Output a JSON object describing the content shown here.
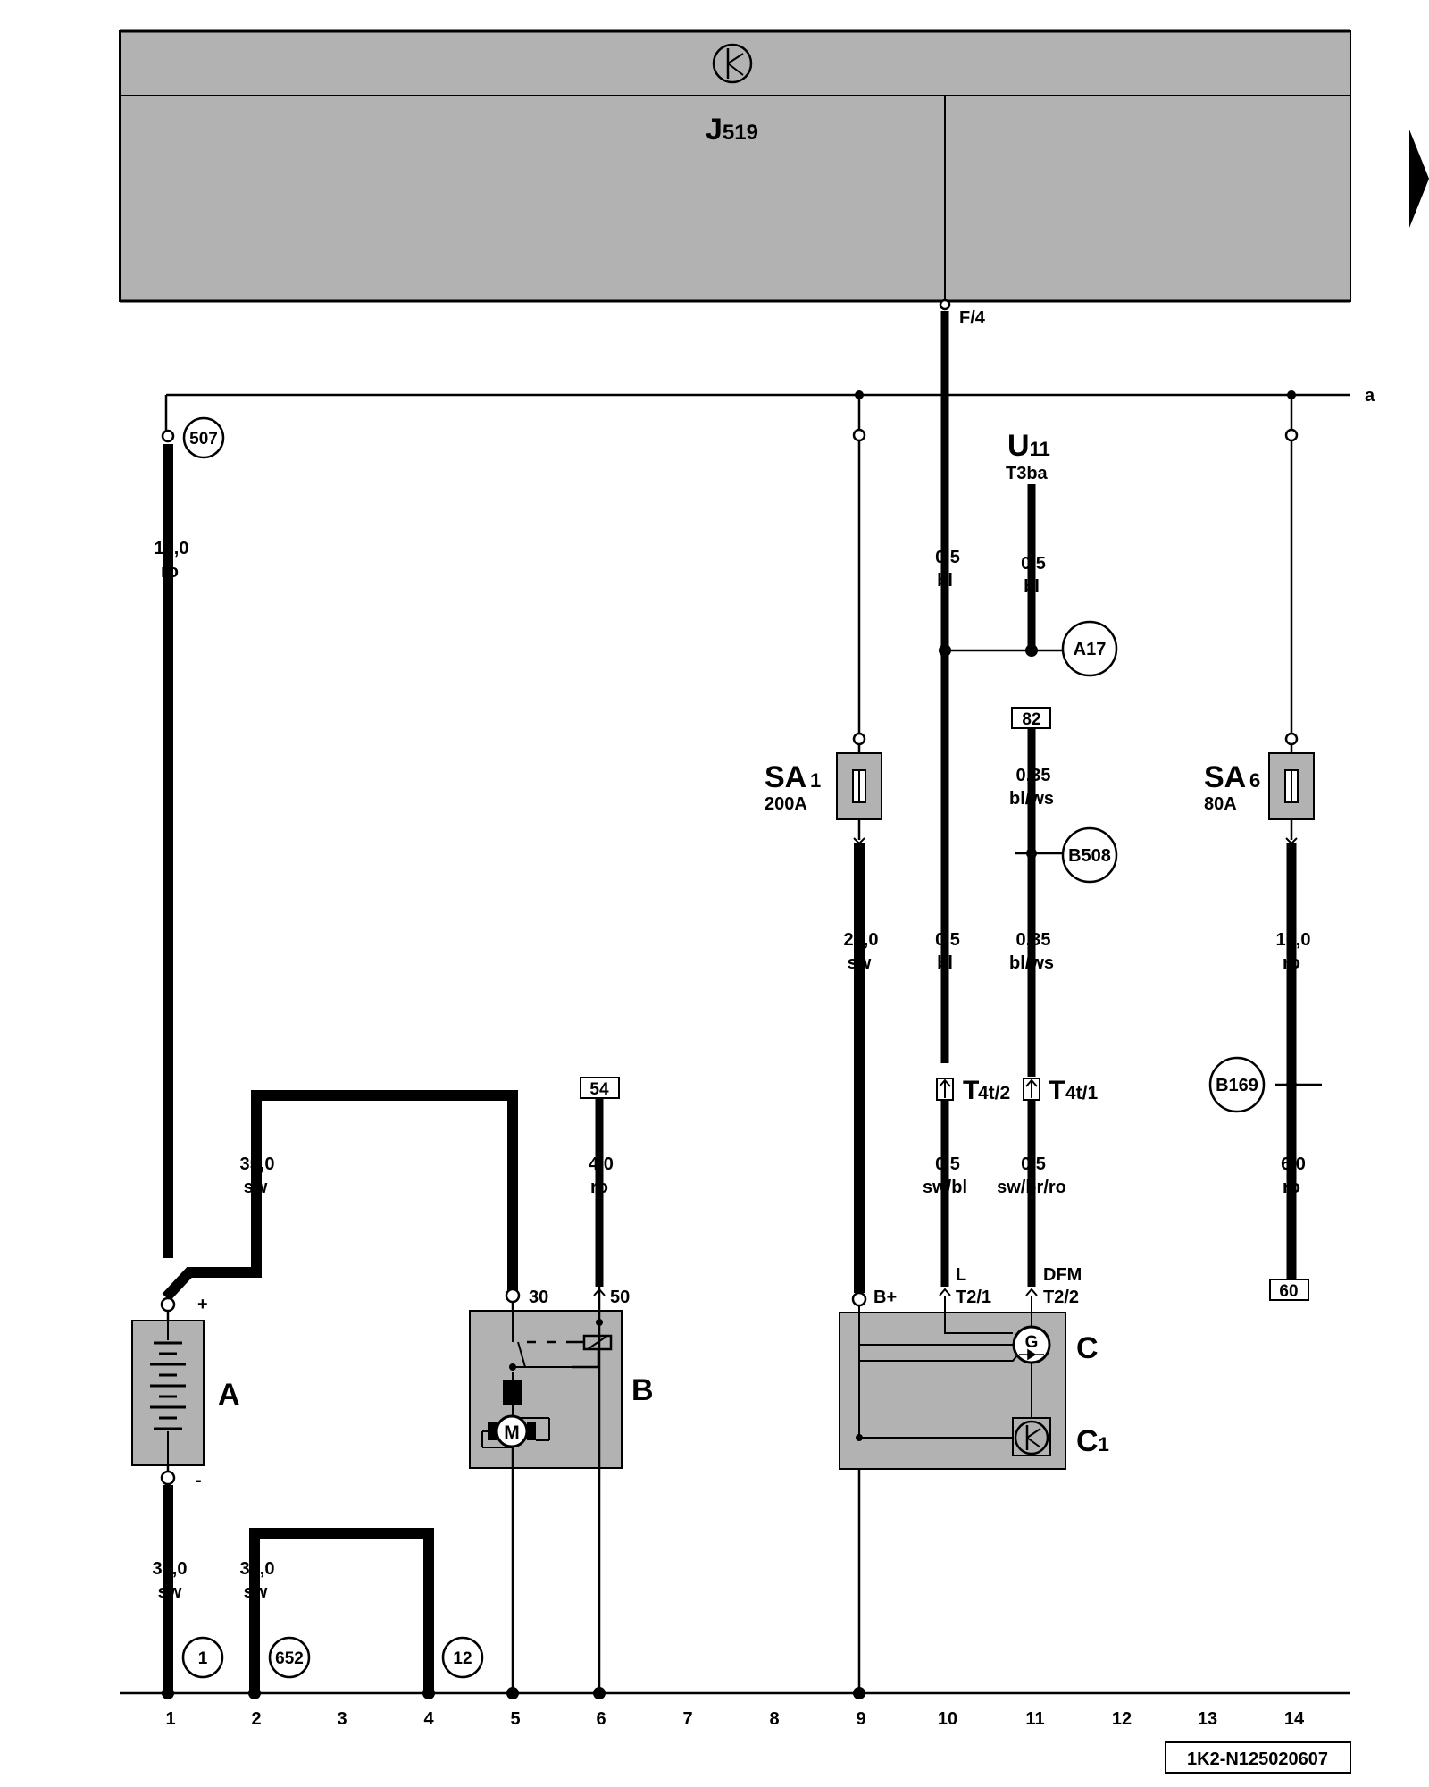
{
  "control_unit": {
    "name": "J",
    "sub": "519"
  },
  "terminal_f4": "F/4",
  "branch_a": "a",
  "u11": {
    "name": "U",
    "sub": "11",
    "connector": "T3ba"
  },
  "wires": {
    "w507": {
      "size": "16,0",
      "color": "ro"
    },
    "w_a_b": {
      "size": "35,0",
      "color": "sw"
    },
    "w54": {
      "size": "4,0",
      "color": "ro"
    },
    "w_sa1": {
      "size": "25,0",
      "color": "sw"
    },
    "w10_top": {
      "size": "0,5",
      "color": "bl"
    },
    "w10_mid": {
      "size": "0,5",
      "color": "bl"
    },
    "w10_bot": {
      "size": "0,5",
      "color": "sw/bl"
    },
    "w11_top": {
      "size": "0,5",
      "color": "bl"
    },
    "w11_82": {
      "size": "0,35",
      "color": "bl/ws"
    },
    "w11_mid": {
      "size": "0,35",
      "color": "bl/ws"
    },
    "w11_bot": {
      "size": "0,5",
      "color": "sw/br/ro"
    },
    "w_sa6": {
      "size": "10,0",
      "color": "ro"
    },
    "w60": {
      "size": "6,0",
      "color": "ro"
    },
    "w_gnd1": {
      "size": "35,0",
      "color": "sw"
    },
    "w_gnd2": {
      "size": "35,0",
      "color": "sw"
    }
  },
  "ground_points": {
    "g507": "507",
    "ga17": "A17",
    "gb508": "B508",
    "gb169": "B169",
    "g1": "1",
    "g652": "652",
    "g12": "12"
  },
  "box_refs": {
    "r82": "82",
    "r54": "54",
    "r60": "60"
  },
  "fuses": {
    "sa1": {
      "name": "SA",
      "sub": "1",
      "rating": "200A"
    },
    "sa6": {
      "name": "SA",
      "sub": "6",
      "rating": "80A"
    }
  },
  "connectors": {
    "t4t2": {
      "name": "T",
      "sub": "4t/2"
    },
    "t4t1": {
      "name": "T",
      "sub": "4t/1"
    }
  },
  "components": {
    "battery": {
      "label": "A",
      "plus": "+",
      "minus": "-"
    },
    "starter": {
      "label": "B",
      "t30": "30",
      "t50": "50",
      "motor": "M"
    },
    "alternator": {
      "label": "C",
      "bplus": "B+",
      "pin1_name": "L",
      "pin1": "T2/1",
      "pin2_name": "DFM",
      "pin2": "T2/2",
      "gen": "G"
    },
    "regulator": {
      "label": "C",
      "sub": "1"
    }
  },
  "track_numbers": [
    "1",
    "2",
    "3",
    "4",
    "5",
    "6",
    "7",
    "8",
    "9",
    "10",
    "11",
    "12",
    "13",
    "14"
  ],
  "drawing_id": "1K2-N125020607"
}
